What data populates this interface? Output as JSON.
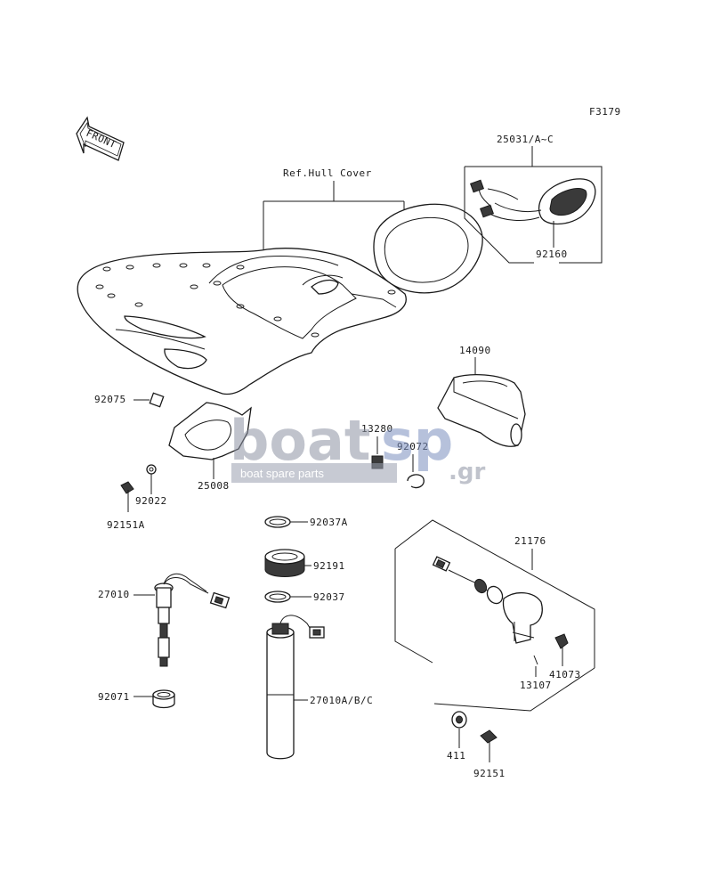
{
  "figure_code": "F3179",
  "front_label": "FRONT",
  "ref_label": "Ref.Hull Cover",
  "watermark": {
    "brand_left": "boat",
    "brand_right": "sp",
    "domain": ".gr",
    "tagline": "boat spare parts"
  },
  "parts": [
    {
      "id": "p25031",
      "number": "25031/A~C"
    },
    {
      "id": "p92160",
      "number": "92160"
    },
    {
      "id": "p14090",
      "number": "14090"
    },
    {
      "id": "p92075",
      "number": "92075"
    },
    {
      "id": "p13280",
      "number": "13280"
    },
    {
      "id": "p92072",
      "number": "92072"
    },
    {
      "id": "p25008",
      "number": "25008"
    },
    {
      "id": "p92022",
      "number": "92022"
    },
    {
      "id": "p92151A",
      "number": "92151A"
    },
    {
      "id": "p92037A",
      "number": "92037A"
    },
    {
      "id": "p92191",
      "number": "92191"
    },
    {
      "id": "p92037",
      "number": "92037"
    },
    {
      "id": "p27010",
      "number": "27010"
    },
    {
      "id": "p27010ABC",
      "number": "27010A/B/C"
    },
    {
      "id": "p92071",
      "number": "92071"
    },
    {
      "id": "p21176",
      "number": "21176"
    },
    {
      "id": "p41073",
      "number": "41073"
    },
    {
      "id": "p13107",
      "number": "13107"
    },
    {
      "id": "p411",
      "number": "411"
    },
    {
      "id": "p92151",
      "number": "92151"
    }
  ]
}
